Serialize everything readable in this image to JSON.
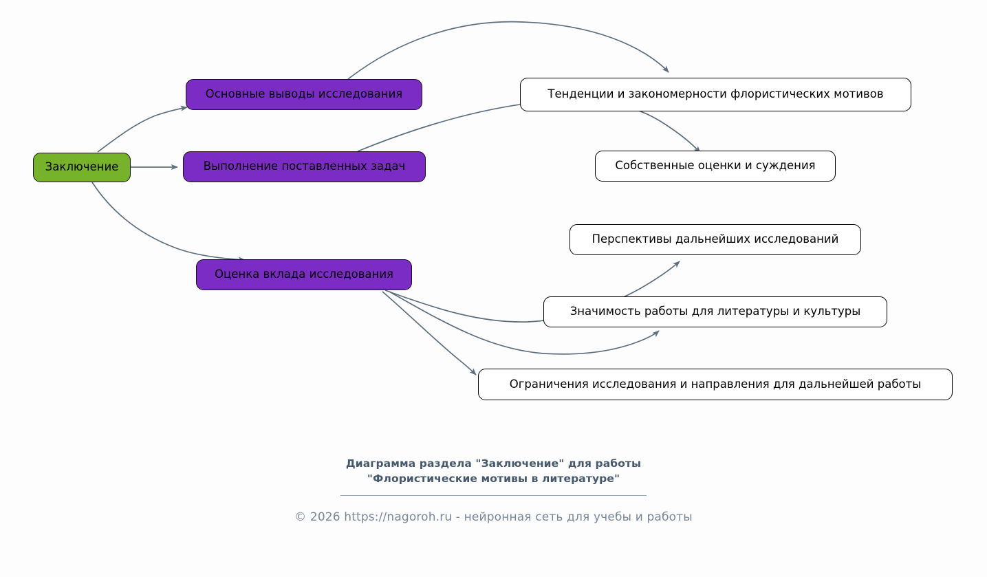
{
  "diagram": {
    "background_color": "#fdfdfd",
    "edge_color": "#5d6e7c",
    "root_fill": "#77b22b",
    "branch_fill": "#7b2cc4",
    "leaf_fill": "#ffffff",
    "node_border": "#18110c",
    "nodes": [
      {
        "id": "root",
        "label": "Заключение",
        "type": "root"
      },
      {
        "id": "branch1",
        "label": "Основные выводы исследования",
        "type": "branch"
      },
      {
        "id": "branch2",
        "label": "Выполнение поставленных задач",
        "type": "branch"
      },
      {
        "id": "branch3",
        "label": "Оценка вклада исследования",
        "type": "branch"
      },
      {
        "id": "leaf1",
        "label": "Тенденции и закономерности флористических мотивов",
        "type": "leaf"
      },
      {
        "id": "leaf2",
        "label": "Собственные оценки и суждения",
        "type": "leaf"
      },
      {
        "id": "leaf3",
        "label": "Перспективы дальнейших исследований",
        "type": "leaf"
      },
      {
        "id": "leaf4",
        "label": "Значимость работы для литературы и культуры",
        "type": "leaf"
      },
      {
        "id": "leaf5",
        "label": "Ограничения исследования и направления для дальнейшей работы",
        "type": "leaf"
      }
    ],
    "edges": [
      {
        "from": "root",
        "to": "branch1"
      },
      {
        "from": "root",
        "to": "branch2"
      },
      {
        "from": "root",
        "to": "branch3"
      },
      {
        "from": "branch1",
        "to": "leaf1"
      },
      {
        "from": "branch2",
        "to": "leaf2"
      },
      {
        "from": "branch3",
        "to": "leaf3"
      },
      {
        "from": "branch3",
        "to": "leaf4"
      },
      {
        "from": "branch3",
        "to": "leaf5"
      }
    ]
  },
  "caption": {
    "line1": "Диаграмма раздела \"Заключение\" для работы",
    "line2": "\"Флористические мотивы в литературе\""
  },
  "footer": {
    "text": "© 2026 https://nagoroh.ru - нейронная сеть для учебы и работы"
  }
}
